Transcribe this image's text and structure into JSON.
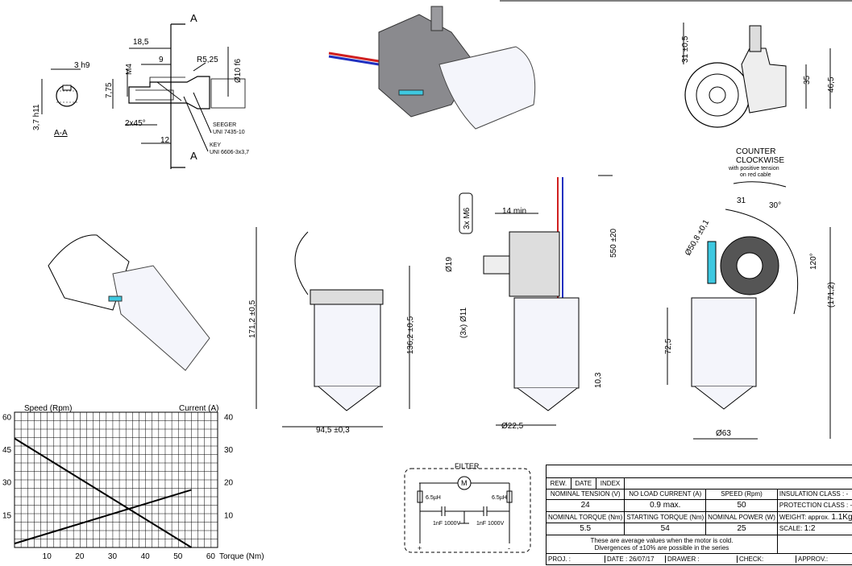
{
  "section_view": {
    "section_label": "A-A",
    "arrow_letter": "A",
    "keyway": "3 h9",
    "shaft_tol": "3,7 h11",
    "dims": [
      "18,5",
      "9",
      "R5,25",
      "M4",
      "7,75",
      "Ø10 f6",
      "2x45°",
      "12"
    ],
    "seeger": [
      "SEEGER",
      "UNI 7435-10"
    ],
    "key": [
      "KEY",
      "UNI 6606-3x3,7"
    ]
  },
  "end_view": {
    "dims": [
      "31 ±0,5",
      "35",
      "46,5"
    ]
  },
  "rotation": {
    "title": [
      "COUNTER",
      "CLOCKWISE"
    ],
    "note": [
      "with positive tension",
      "on red cable"
    ]
  },
  "side_view": {
    "dims": [
      "171,2 ±0,5",
      "136,2 ±0,5",
      "94,5 ±0,3"
    ]
  },
  "front_view": {
    "dims": [
      "3x M6",
      "14 min",
      "550 ±20",
      "Ø19",
      "(3x) Ø11",
      "10,3",
      "Ø22,5"
    ]
  },
  "rear_view": {
    "dims": [
      "31",
      "30°",
      "Ø50,8 ±0,1",
      "120°",
      "(171,2)",
      "72,5",
      "Ø63"
    ]
  },
  "filter": {
    "title": "FILTER",
    "motor": "M",
    "inductors": [
      "6.5µH",
      "6.5µH"
    ],
    "caps": [
      "1nF 1000V",
      "1nF 1000V"
    ],
    "terminals": [
      "+",
      "-"
    ]
  },
  "chart_data": {
    "type": "line",
    "title": "",
    "xlabel": "Torque (Nm)",
    "ylabel": "Speed (Rpm)",
    "y2label": "Current (A)",
    "x_ticks": [
      10,
      20,
      30,
      40,
      50,
      60
    ],
    "y_ticks": [
      15,
      30,
      45,
      60
    ],
    "y2_ticks": [
      10,
      20,
      30,
      40
    ],
    "xlim": [
      0,
      62
    ],
    "ylim": [
      0,
      62
    ],
    "y2lim": [
      0,
      41.3
    ],
    "grid": true,
    "series": [
      {
        "x": [
          0,
          54
        ],
        "y": [
          50,
          0
        ],
        "axis": "left"
      },
      {
        "x": [
          0,
          54
        ],
        "y": [
          1.2,
          17.6
        ],
        "axis": "right"
      }
    ]
  },
  "title_block": {
    "header": [
      "REW.",
      "DATE",
      "INDEX"
    ],
    "rows": [
      {
        "labels": [
          "NOMINAL TENSION (V)",
          "NO LOAD CURRENT (A)",
          "SPEED (Rpm)"
        ],
        "values": [
          "24",
          "0.9 max.",
          "50"
        ]
      },
      {
        "labels": [
          "NOMINAL TORQUE (Nm)",
          "STARTING TORQUE (Nm)",
          "NOMINAL POWER (W)"
        ],
        "values": [
          "5.5",
          "54",
          "25"
        ]
      }
    ],
    "right": [
      {
        "label": "INSULATION CLASS :",
        "value": "-"
      },
      {
        "label": "PROTECTION CLASS :",
        "value": "-"
      },
      {
        "label": "WEIGHT:",
        "sub": "approx.",
        "value": "1.1Kg"
      },
      {
        "label": "SCALE:",
        "value": "1:2"
      }
    ],
    "note": [
      "These are average values when the motor is cold.",
      "Divergences of ±10% are possible in the series"
    ],
    "footer": [
      {
        "label": "PROJ. :",
        "value": ""
      },
      {
        "label": "DATE :",
        "value": "26/07/17"
      },
      {
        "label": "DRAWER :",
        "value": ""
      },
      {
        "label": "CHECK:",
        "value": ""
      },
      {
        "label": "APPROV.:",
        "value": ""
      }
    ]
  },
  "colors": {
    "motor_body": "#f4f5fb",
    "gearbox": "#8a8a8e",
    "red_wire": "#d02020",
    "blue_wire": "#2030c0",
    "cyan": "#3ec8e0"
  }
}
